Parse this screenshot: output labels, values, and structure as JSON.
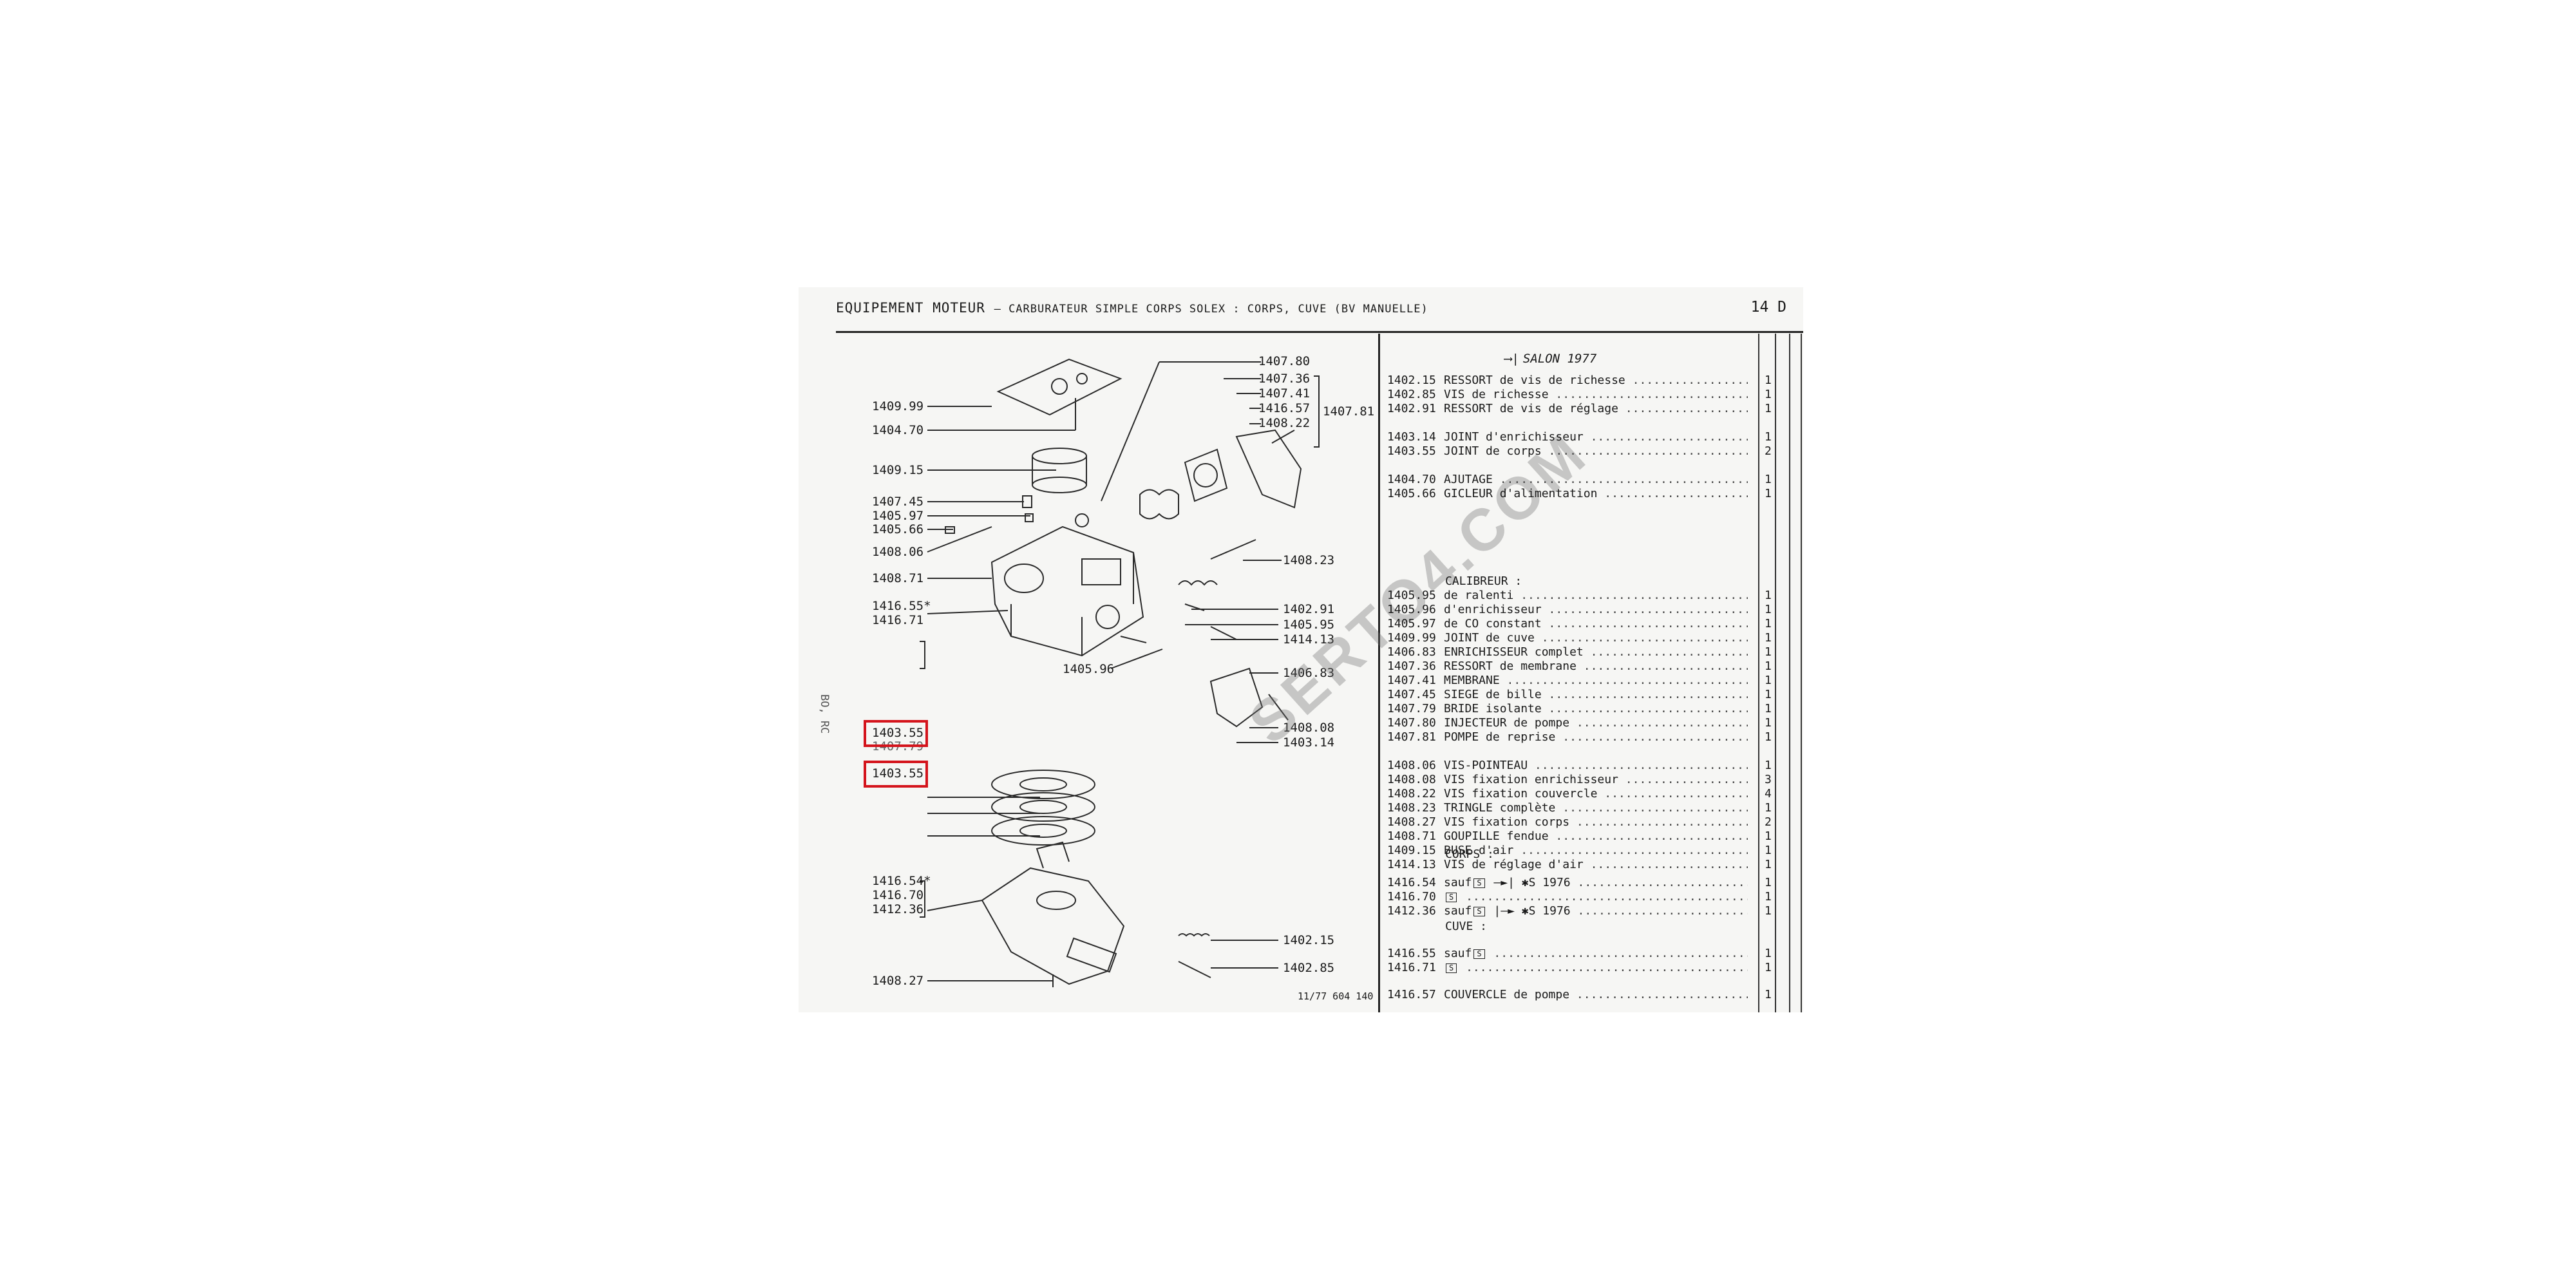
{
  "header": {
    "title_main": "EQUIPEMENT MOTEUR",
    "title_sub": "– CARBURATEUR SIMPLE CORPS SOLEX : CORPS, CUVE (BV MANUELLE)",
    "page_code": "14 D"
  },
  "diagram": {
    "callouts": [
      {
        "id": "c140780",
        "text": "1407.80"
      },
      {
        "id": "c140999",
        "text": "1409.99"
      },
      {
        "id": "c140470",
        "text": "1404.70"
      },
      {
        "id": "c140915",
        "text": "1409.15"
      },
      {
        "id": "c140745",
        "text": "1407.45"
      },
      {
        "id": "c140597",
        "text": "1405.97"
      },
      {
        "id": "c140566",
        "text": "1405.66"
      },
      {
        "id": "c140806",
        "text": "1408.06"
      },
      {
        "id": "c140871",
        "text": "1408.71"
      },
      {
        "id": "c141655",
        "text": "1416.55*"
      },
      {
        "id": "c141671",
        "text": "1416.71"
      },
      {
        "id": "c140596",
        "text": "1405.96"
      },
      {
        "id": "c140736",
        "text": "1407.36"
      },
      {
        "id": "c140741",
        "text": "1407.41"
      },
      {
        "id": "c141657",
        "text": "1416.57"
      },
      {
        "id": "c140822",
        "text": "1408.22"
      },
      {
        "id": "c140781",
        "text": "1407.81"
      },
      {
        "id": "c140823",
        "text": "1408.23"
      },
      {
        "id": "c140291",
        "text": "1402.91"
      },
      {
        "id": "c140595",
        "text": "1405.95"
      },
      {
        "id": "c141413",
        "text": "1414.13"
      },
      {
        "id": "c140683",
        "text": "1406.83"
      },
      {
        "id": "c140808",
        "text": "1408.08"
      },
      {
        "id": "c140314",
        "text": "1403.14"
      },
      {
        "id": "c140355a",
        "text": "1403.55"
      },
      {
        "id": "c140779",
        "text": "1407.79"
      },
      {
        "id": "c140355b",
        "text": "1403.55"
      },
      {
        "id": "c141654",
        "text": "1416.54*"
      },
      {
        "id": "c141670",
        "text": "1416.70"
      },
      {
        "id": "c141236",
        "text": "1412.36"
      },
      {
        "id": "c140827",
        "text": "1408.27"
      },
      {
        "id": "c140215",
        "text": "1402.15"
      },
      {
        "id": "c140285",
        "text": "1402.85"
      }
    ],
    "footer_ref": "11/77 604 140",
    "side_note": "BO, RC",
    "watermark": "SERTO4.COM"
  },
  "parts": {
    "salon_label": "SALON 1977",
    "rows": [
      {
        "code": "1402.15",
        "desc": "RESSORT de vis de richesse",
        "qty": "1"
      },
      {
        "code": "1402.85",
        "desc": "VIS de richesse",
        "qty": "1"
      },
      {
        "code": "1402.91",
        "desc": "RESSORT de vis de réglage",
        "qty": "1"
      },
      {
        "code": "1403.14",
        "desc": "JOINT d'enrichisseur",
        "qty": "1"
      },
      {
        "code": "1403.55",
        "desc": "JOINT de corps",
        "qty": "2"
      },
      {
        "code": "1404.70",
        "desc": "AJUTAGE",
        "qty": "1"
      },
      {
        "code": "1405.66",
        "desc": "GICLEUR d'alimentation",
        "qty": "1"
      },
      {
        "code": "1405.95",
        "desc": "de ralenti",
        "qty": "1"
      },
      {
        "code": "1405.96",
        "desc": "d'enrichisseur",
        "qty": "1"
      },
      {
        "code": "1405.97",
        "desc": "de CO constant",
        "qty": "1"
      },
      {
        "code": "1409.99",
        "desc": "JOINT de cuve",
        "qty": "1"
      },
      {
        "code": "1406.83",
        "desc": "ENRICHISSEUR complet",
        "qty": "1"
      },
      {
        "code": "1407.36",
        "desc": "RESSORT de membrane",
        "qty": "1"
      },
      {
        "code": "1407.41",
        "desc": "MEMBRANE",
        "qty": "1"
      },
      {
        "code": "1407.45",
        "desc": "SIEGE de bille",
        "qty": "1"
      },
      {
        "code": "1407.79",
        "desc": "BRIDE isolante",
        "qty": "1"
      },
      {
        "code": "1407.80",
        "desc": "INJECTEUR de pompe",
        "qty": "1"
      },
      {
        "code": "1407.81",
        "desc": "POMPE de reprise",
        "qty": "1"
      },
      {
        "code": "1408.06",
        "desc": "VIS-POINTEAU",
        "qty": "1"
      },
      {
        "code": "1408.08",
        "desc": "VIS fixation enrichisseur",
        "qty": "3"
      },
      {
        "code": "1408.22",
        "desc": "VIS fixation couvercle",
        "qty": "4"
      },
      {
        "code": "1408.23",
        "desc": "TRINGLE complète",
        "qty": "1"
      },
      {
        "code": "1408.27",
        "desc": "VIS fixation corps",
        "qty": "2"
      },
      {
        "code": "1408.71",
        "desc": "GOUPILLE fendue",
        "qty": "1"
      },
      {
        "code": "1409.15",
        "desc": "BUSE d'air",
        "qty": "1"
      },
      {
        "code": "1414.13",
        "desc": "VIS de réglage d'air",
        "qty": "1"
      },
      {
        "code": "1416.54",
        "desc": "sauf",
        "qty": "1",
        "year": "1976"
      },
      {
        "code": "1416.70",
        "desc": "",
        "qty": "1"
      },
      {
        "code": "1412.36",
        "desc": "sauf",
        "qty": "1",
        "year": "1976"
      },
      {
        "code": "1416.55",
        "desc": "sauf",
        "qty": "1"
      },
      {
        "code": "1416.71",
        "desc": "",
        "qty": "1"
      },
      {
        "code": "1416.57",
        "desc": "COUVERCLE de pompe",
        "qty": "1"
      }
    ],
    "sections": {
      "calibreur": "CALIBREUR :",
      "corps": "CORPS :",
      "cuve": "CUVE :"
    },
    "s_box": "S"
  }
}
